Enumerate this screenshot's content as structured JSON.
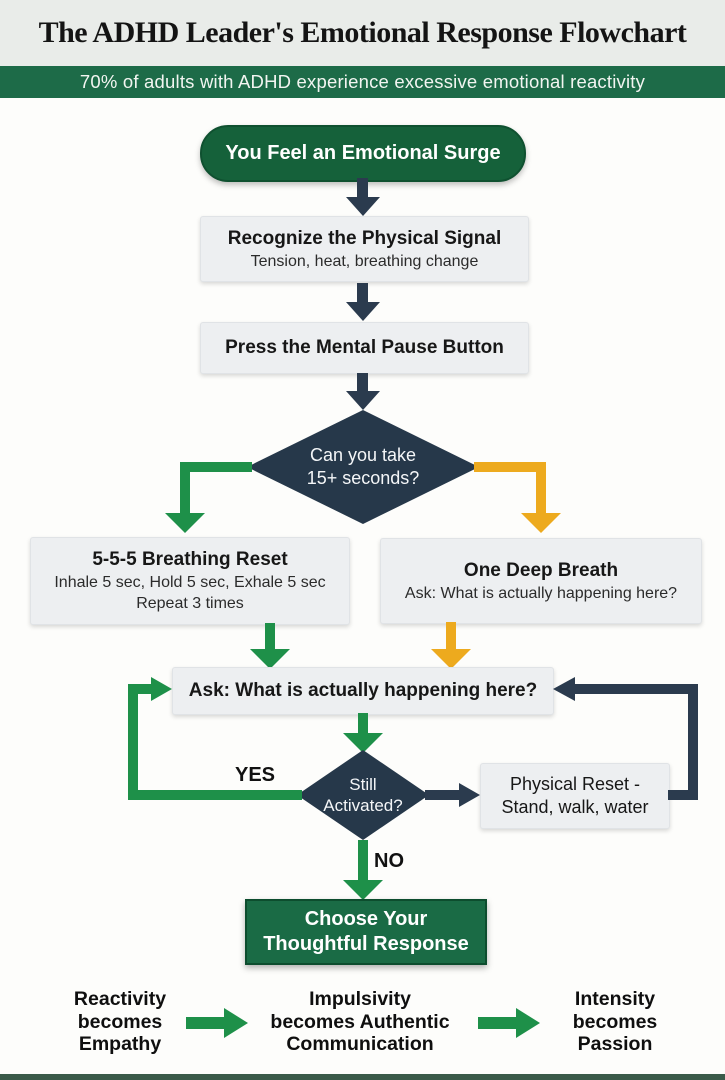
{
  "header": {
    "title": "The ADHD Leader's Emotional Response Flowchart",
    "banner": "70% of adults with ADHD experience excessive emotional reactivity"
  },
  "flow": {
    "start": {
      "label": "You Feel an Emotional Surge"
    },
    "recognize": {
      "title": "Recognize the Physical Signal",
      "subtitle": "Tension, heat, breathing change"
    },
    "pause": {
      "title": "Press the Mental Pause Button"
    },
    "decision1": {
      "line1": "Can you take",
      "line2": "15+ seconds?"
    },
    "breathing": {
      "title": "5-5-5 Breathing Reset",
      "line1": "Inhale 5 sec, Hold 5 sec, Exhale 5 sec",
      "line2": "Repeat 3 times"
    },
    "deep_breath": {
      "title": "One Deep Breath",
      "subtitle": "Ask: What is actually happening here?"
    },
    "ask": {
      "title": "Ask: What is actually happening here?"
    },
    "decision2": {
      "line1": "Still",
      "line2": "Activated?",
      "yes_label": "YES",
      "no_label": "NO"
    },
    "physical": {
      "line1": "Physical Reset -",
      "line2": "Stand, walk, water"
    },
    "choose": {
      "line1": "Choose Your",
      "line2": "Thoughtful Response"
    }
  },
  "footer": {
    "items": [
      {
        "lines": [
          "Reactivity",
          "becomes",
          "Empathy"
        ]
      },
      {
        "lines": [
          "Impulsivity",
          "becomes Authentic",
          "Communication"
        ]
      },
      {
        "lines": [
          "Intensity",
          "becomes",
          "Passion"
        ]
      }
    ]
  },
  "colors": {
    "header_bg": "#e9ece9",
    "banner_green": "#1d6b48",
    "node_green": "#15613a",
    "node_green_border": "#0f5130",
    "navy": "#2b3b4e",
    "diamond_navy": "#26384a",
    "arrow_green": "#1e9049",
    "arrow_amber": "#edaa1e",
    "box_gray": "#edeff1",
    "choose_green": "#1a6b45"
  }
}
